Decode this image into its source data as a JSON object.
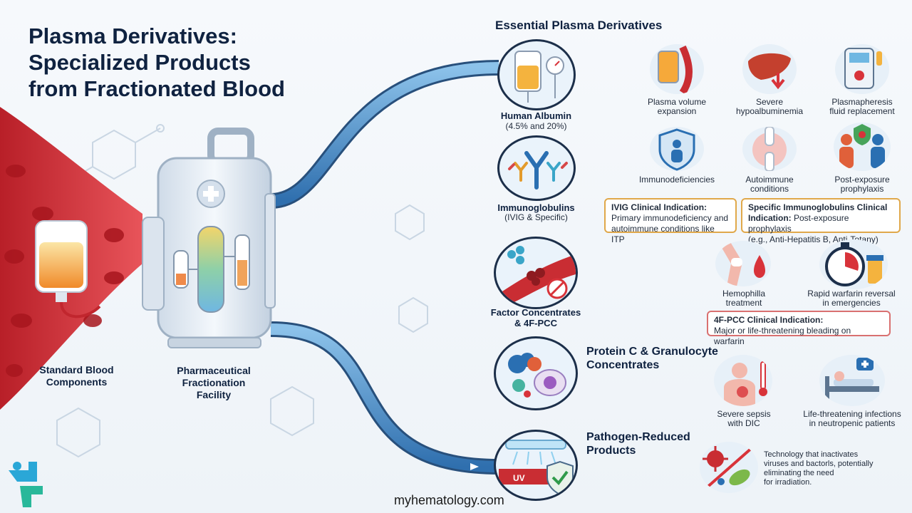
{
  "title_line1": "Plasma Derivatives:",
  "title_line2": "Specialized Products",
  "title_line3": "from Fractionated Blood",
  "section_title": "Essential Plasma Derivatives",
  "left": {
    "blood_label_line1": "Standard Blood",
    "blood_label_line2": "Components",
    "facility_line1": "Pharmaceutical",
    "facility_line2": "Fractionation",
    "facility_line3": "Facility"
  },
  "products": {
    "albumin_name": "Human Albumin",
    "albumin_sub": "(4.5% and 20%)",
    "ig_name": "Immunoglobulins",
    "ig_sub": "(IVIG & Specific)",
    "factor_line1": "Factor Concentrates",
    "factor_line2": "& 4F-PCC",
    "protc_line1": "Protein C & Granulocyte",
    "protc_line2": "Concentrates",
    "pathogen_line1": "Pathogen-Reduced",
    "pathogen_line2": "Products",
    "uv_label": "UV"
  },
  "indications": {
    "plasma_volume_l1": "Plasma volume",
    "plasma_volume_l2": "expansion",
    "hypoalb_l1": "Severe",
    "hypoalb_l2": "hypoalbuminemia",
    "plasmapheresis_l1": "Plasmapheresis",
    "plasmapheresis_l2": "fluid replacement",
    "immunodef": "Immunodeficiencies",
    "autoimmune_l1": "Autoimmune",
    "autoimmune_l2": "conditions",
    "postexp_l1": "Post-exposure",
    "postexp_l2": "prophylaxis",
    "hemophilia_l1": "Hemophilla",
    "hemophilia_l2": "treatment",
    "warfarin_l1": "Rapid warfarin reversal",
    "warfarin_l2": "in emergencies",
    "sepsis_l1": "Severe sepsis",
    "sepsis_l2": "with DIC",
    "infection_l1": "Life-threatening infections",
    "infection_l2": "in neutropenic patients",
    "tech_l1": "Technology that inactivates",
    "tech_l2": "viruses and bactorls, potentially",
    "tech_l3": "eliminating the need",
    "tech_l4": "for irradiation."
  },
  "boxes": {
    "ivig_title": "IVIG Clinical Indication:",
    "ivig_l1": "Primary immunodeficiency and",
    "ivig_l2": "autoimmune conditions like ITP",
    "specific_title": "Specific Immunoglobulins Clinical",
    "specific_l1_bold": "Indication:",
    "specific_l1_rest": " Post-exposure prophylaxis",
    "specific_l2": "(e.g., Anti-Hepatitis B, Anti-Totany)",
    "pcc_title": "4F-PCC Clinical Indication:",
    "pcc_l1": "Major or life-threatening bleading on warfarin"
  },
  "footer": "myhematology.com",
  "colors": {
    "navy": "#0f2240",
    "tube": "#3f86c4",
    "blood": "#d8333a",
    "box_border": "#e0a84a",
    "box_border_red": "#d97070"
  }
}
